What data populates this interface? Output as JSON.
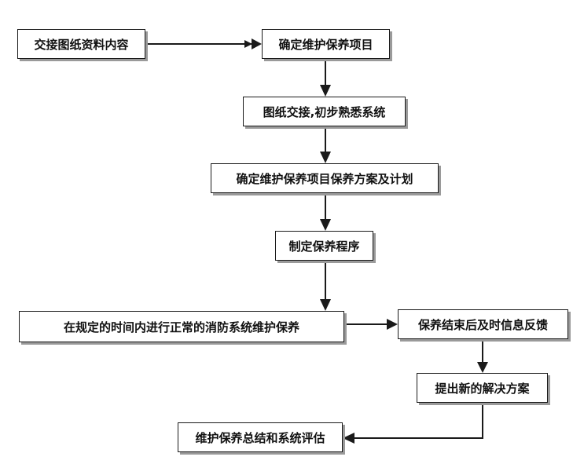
{
  "nodes": {
    "n1": "交接图纸资料内容",
    "n2": "确定维护保养项目",
    "n3": "图纸交接,初步熟悉系统",
    "n4": "确定维护保养项目保养方案及计划",
    "n5": "制定保养程序",
    "n6": "在规定的时间内进行正常的消防系统维护保养",
    "n7": "保养结束后及时信息反馈",
    "n8": "提出新的解决方案",
    "n9": "维护保养总结和系统评估"
  },
  "edges": [
    {
      "from": "n1",
      "to": "n2"
    },
    {
      "from": "n2",
      "to": "n3"
    },
    {
      "from": "n3",
      "to": "n4"
    },
    {
      "from": "n4",
      "to": "n5"
    },
    {
      "from": "n5",
      "to": "n6"
    },
    {
      "from": "n6",
      "to": "n7"
    },
    {
      "from": "n7",
      "to": "n8"
    },
    {
      "from": "n8",
      "to": "n9"
    }
  ],
  "colors": {
    "stroke": "#1a1a1a",
    "text": "#111111",
    "shadow": "#9a9a9a",
    "background": "#ffffff"
  }
}
